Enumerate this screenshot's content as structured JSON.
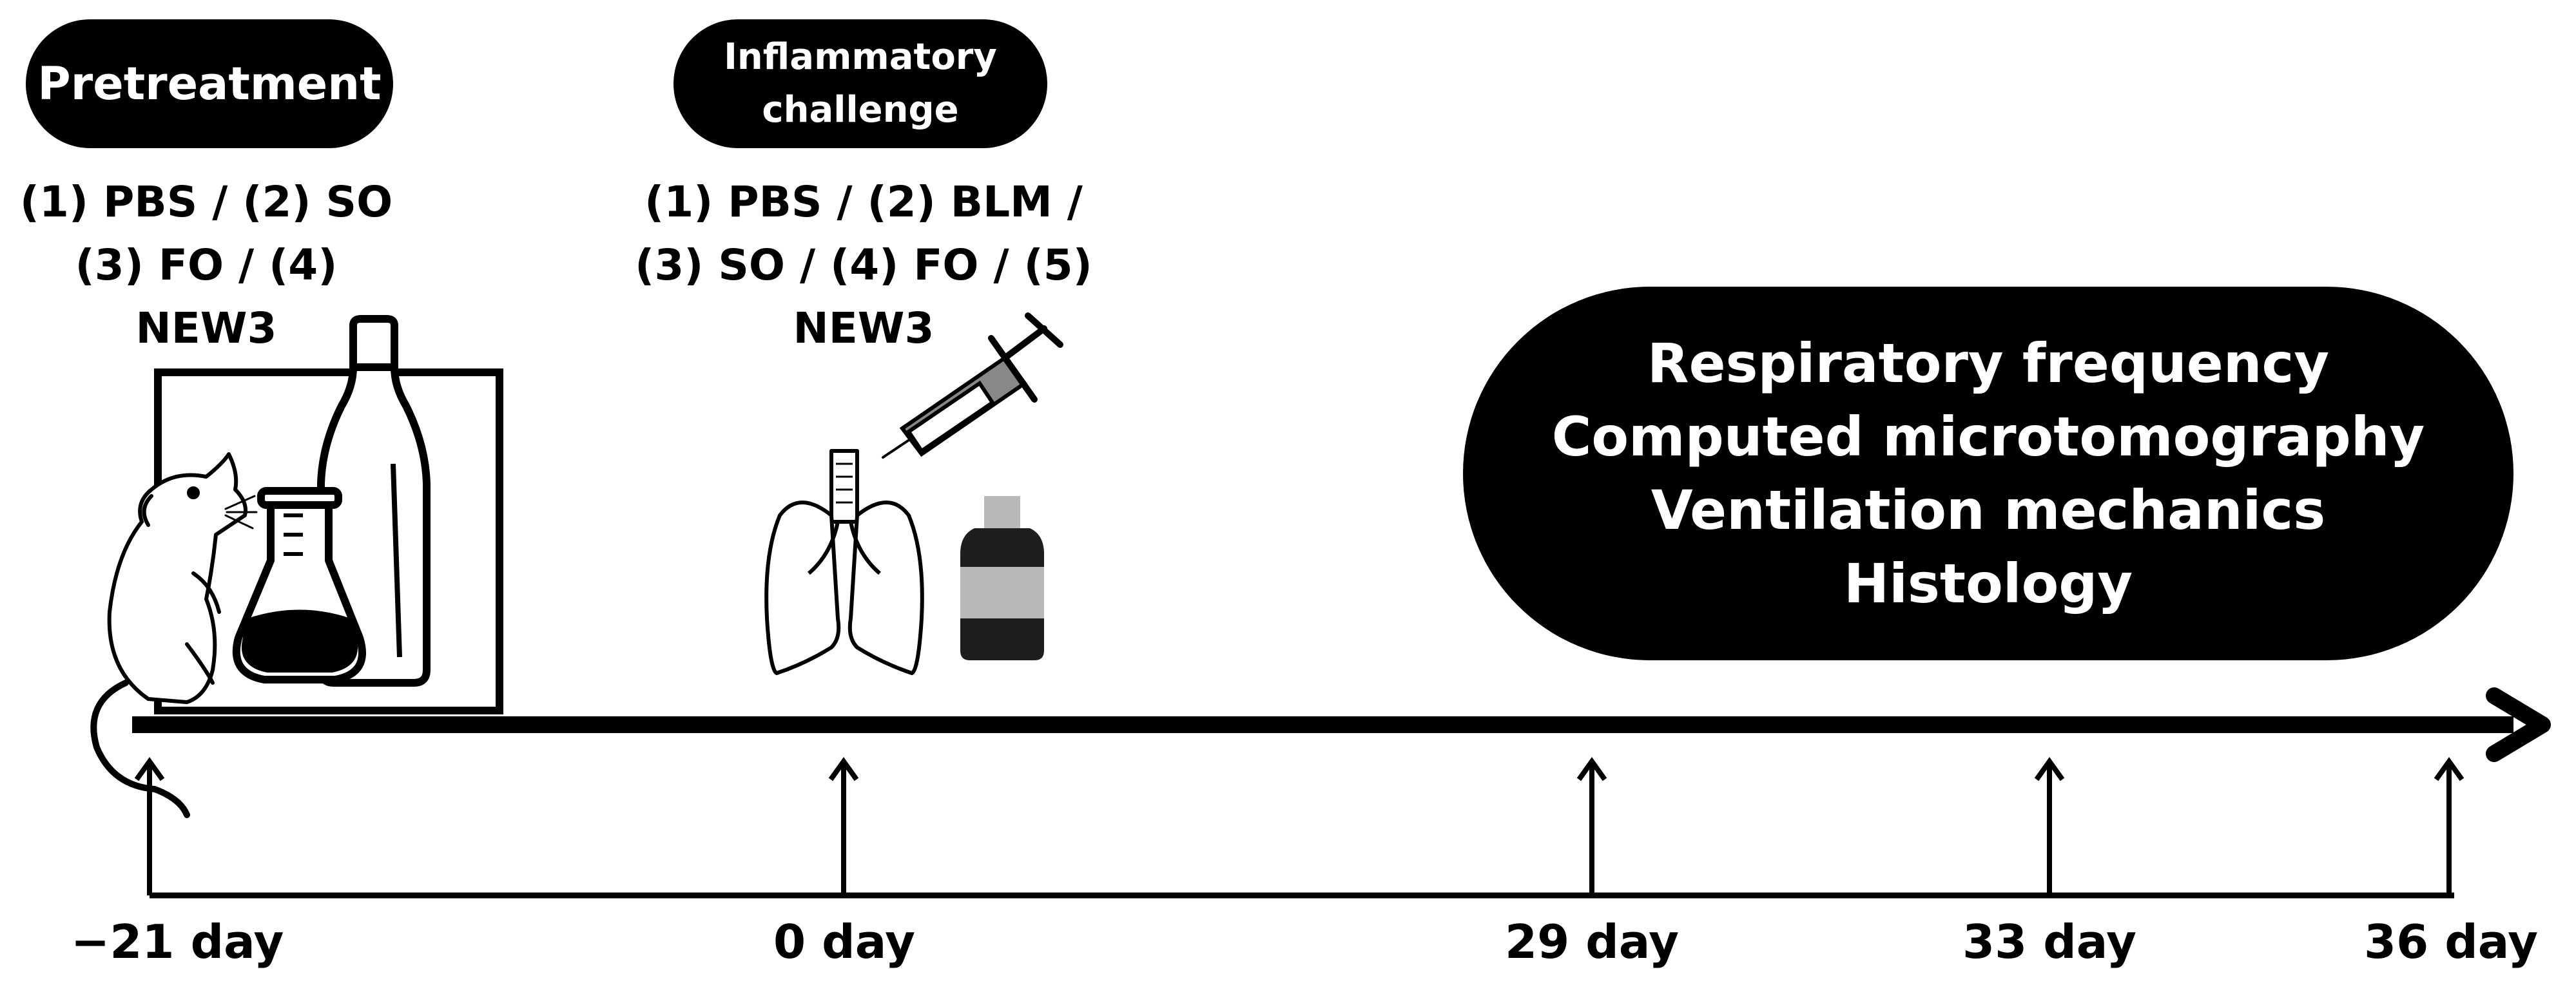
{
  "pretreatment": {
    "label": "Pretreatment",
    "groups": [
      "(1) PBS / (2) SO",
      "(3) FO / (4) NEW3"
    ]
  },
  "inflammatory_challenge": {
    "label_lines": [
      "Inflammatory",
      "challenge"
    ],
    "groups": [
      "(1) PBS / (2) BLM /",
      "(3) SO / (4) FO / (5) NEW3"
    ]
  },
  "outcomes": [
    "Respiratory frequency",
    "Computed microtomography",
    "Ventilation mechanics",
    "Histology"
  ],
  "timeline": {
    "days": [
      "−21 day",
      "0 day",
      "29 day",
      "33 day",
      "36 day"
    ]
  },
  "icons": [
    "rat-icon",
    "lab-frame-icon",
    "flask-icon",
    "bottle-icon",
    "syringe-icon",
    "lungs-icon",
    "medicine-bottle-icon"
  ]
}
